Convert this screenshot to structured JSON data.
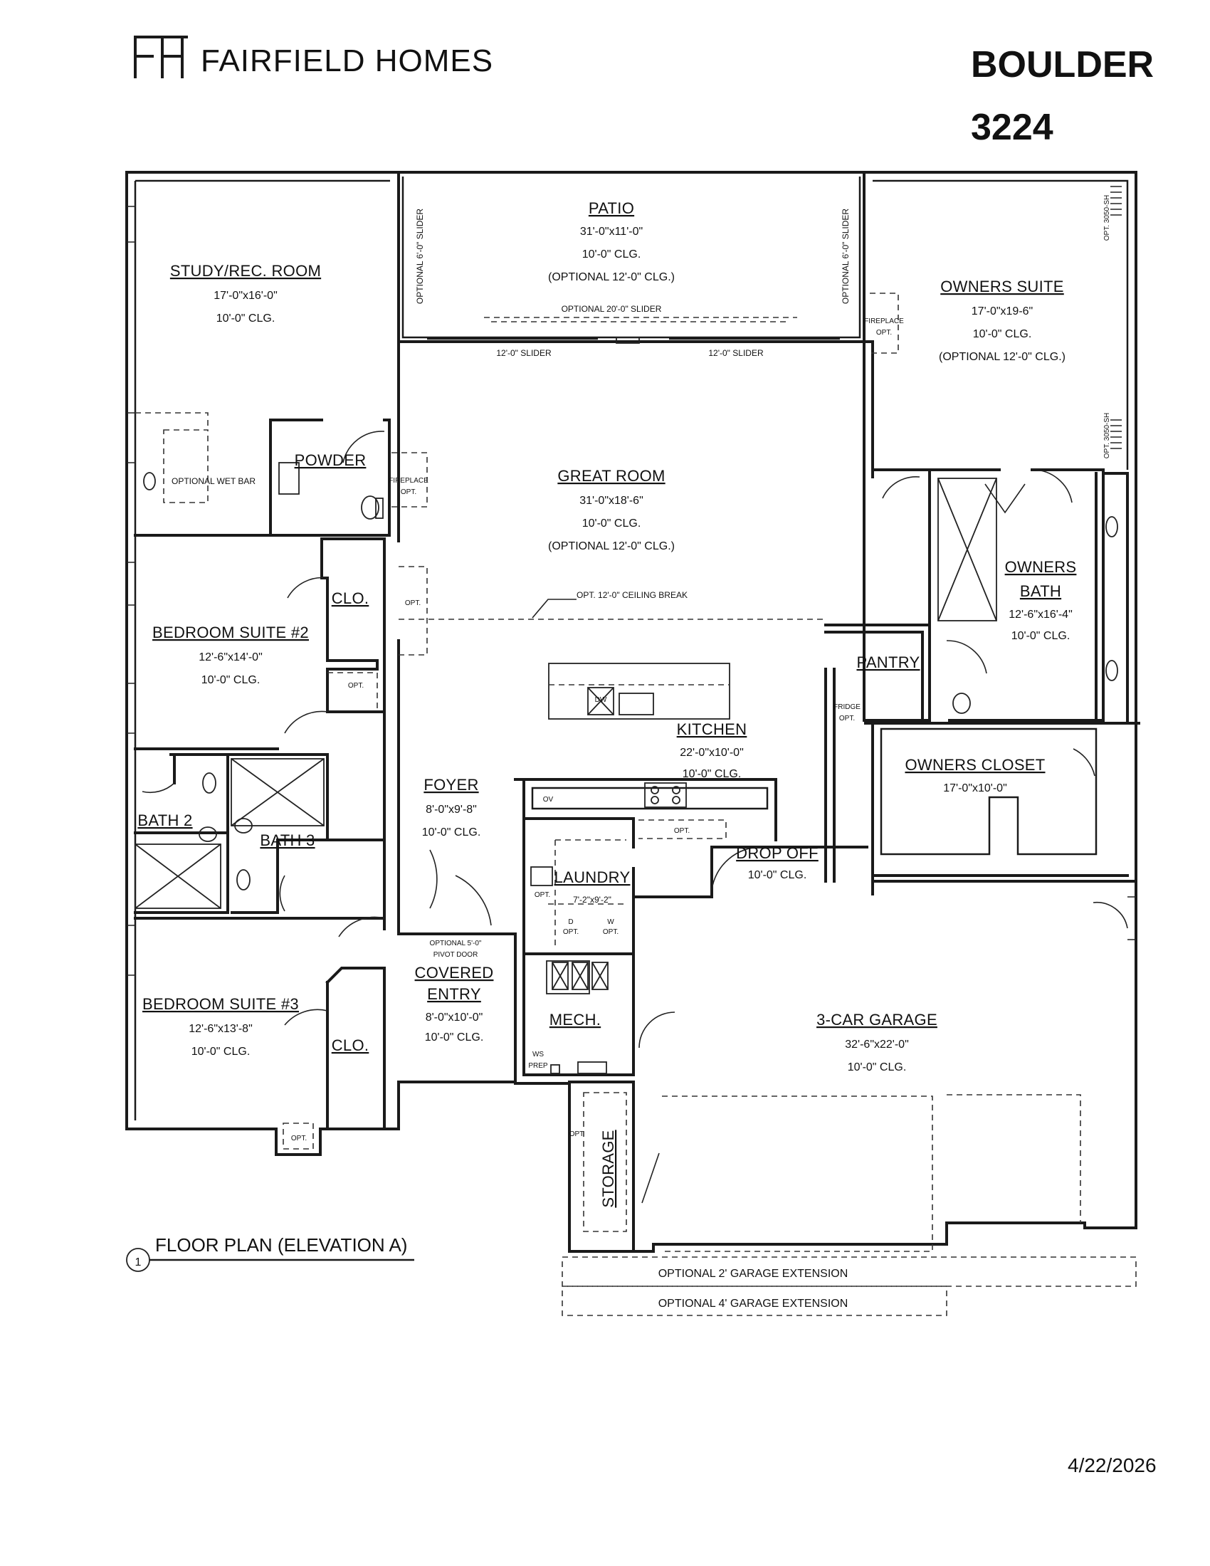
{
  "header": {
    "brand_name": "FAIRFIELD HOMES",
    "plan_name": "BOULDER",
    "plan_number": "3224"
  },
  "caption": {
    "number": "1",
    "text": "FLOOR PLAN (ELEVATION A)"
  },
  "date": "4/22/2026",
  "rooms": {
    "patio": {
      "name": "PATIO",
      "size": "31'-0\"x11'-0\"",
      "ceiling": "10'-0\" CLG.",
      "ceiling_opt": "(OPTIONAL 12'-0\" CLG.)"
    },
    "study": {
      "name": "STUDY/REC. ROOM",
      "size": "17'-0\"x16'-0\"",
      "ceiling": "10'-0\" CLG."
    },
    "owners_suite": {
      "name": "OWNERS SUITE",
      "size": "17'-0\"x19-6\"",
      "ceiling": "10'-0\" CLG.",
      "ceiling_opt": "(OPTIONAL 12'-0\" CLG.)"
    },
    "great_room": {
      "name": "GREAT ROOM",
      "size": "31'-0\"x18'-6\"",
      "ceiling": "10'-0\" CLG.",
      "ceiling_opt": "(OPTIONAL 12'-0\" CLG.)"
    },
    "powder": {
      "name": "POWDER"
    },
    "bedroom2": {
      "name": "BEDROOM SUITE #2",
      "size": "12'-6\"x14'-0\"",
      "ceiling": "10'-0\" CLG."
    },
    "clo1": {
      "name": "CLO."
    },
    "clo2": {
      "name": "CLO."
    },
    "owners_bath": {
      "name_line1": "OWNERS",
      "name_line2": "BATH",
      "size": "12'-6\"x16'-4\"",
      "ceiling": "10'-0\" CLG."
    },
    "pantry": {
      "name": "PANTRY"
    },
    "kitchen": {
      "name": "KITCHEN",
      "size": "22'-0\"x10'-0\"",
      "ceiling": "10'-0\" CLG."
    },
    "owners_closet": {
      "name": "OWNERS CLOSET",
      "size": "17'-0\"x10'-0\""
    },
    "foyer": {
      "name": "FOYER",
      "size": "8'-0\"x9'-8\"",
      "ceiling": "10'-0\" CLG."
    },
    "bath2": {
      "name": "BATH 2"
    },
    "bath3": {
      "name": "BATH 3"
    },
    "laundry": {
      "name": "LAUNDRY",
      "size": "7'-2\"x9'-2\""
    },
    "drop_off": {
      "name": "DROP OFF",
      "ceiling": "10'-0\" CLG."
    },
    "covered_entry": {
      "name_line1": "COVERED",
      "name_line2": "ENTRY",
      "size": "8'-0\"x10'-0\"",
      "ceiling": "10'-0\" CLG."
    },
    "mech": {
      "name": "MECH."
    },
    "bedroom3": {
      "name": "BEDROOM SUITE #3",
      "size": "12'-6\"x13'-8\"",
      "ceiling": "10'-0\" CLG."
    },
    "garage": {
      "name": "3-CAR GARAGE",
      "size": "32'-6\"x22'-0\"",
      "ceiling": "10'-0\" CLG."
    },
    "storage": {
      "name": "STORAGE"
    }
  },
  "notes": {
    "opt_slider_left": "OPTIONAL 6'-0\" SLIDER",
    "opt_slider_right": "OPTIONAL 6'-0\" SLIDER",
    "opt_slider_20": "OPTIONAL 20'-0\" SLIDER",
    "slider_12_left": "12'-0\" SLIDER",
    "slider_12_right": "12'-0\" SLIDER",
    "window_3050_top": "OPT. 3050-SH",
    "window_3050_bottom": "OPT. 3050-SH",
    "fireplace_suite_1": "FIREPLACE",
    "fireplace_suite_2": "OPT.",
    "fireplace_great_1": "FIREPLACE",
    "fireplace_great_2": "OPT.",
    "opt_wet_bar": "OPTIONAL WET BAR",
    "opt_ceiling_break": "OPT. 12'-0\" CEILING BREAK",
    "opt_great": "OPT.",
    "opt_bed2": "OPT.",
    "fridge_1": "FRIDGE",
    "fridge_2": "OPT.",
    "dw": "DW",
    "ov": "OV",
    "opt_kitchen": "OPT.",
    "opt_laundry_sink": "OPT.",
    "dryer_1": "D",
    "dryer_2": "OPT.",
    "washer_1": "W",
    "washer_2": "OPT.",
    "pivot_door_1": "OPTIONAL 5'-0\"",
    "pivot_door_2": "PIVOT DOOR",
    "ws_prep_1": "WS",
    "ws_prep_2": "PREP",
    "opt_storage": "OPT",
    "opt_bed3": "OPT.",
    "garage_ext_2": "OPTIONAL 2' GARAGE EXTENSION",
    "garage_ext_4": "OPTIONAL 4' GARAGE EXTENSION"
  }
}
